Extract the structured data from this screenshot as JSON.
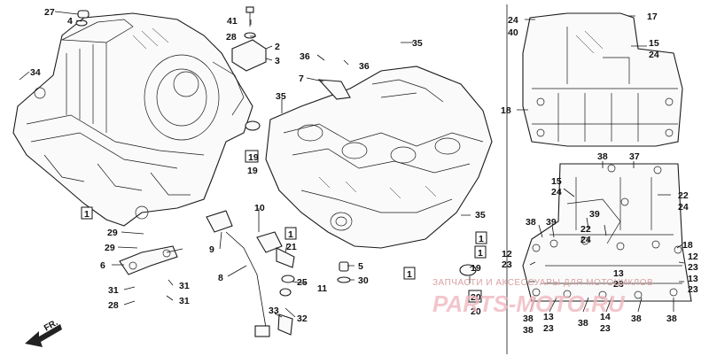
{
  "callouts": [
    {
      "id": "c27",
      "text": "27"
    },
    {
      "id": "c4",
      "text": "4"
    },
    {
      "id": "c34",
      "text": "34"
    },
    {
      "id": "c41",
      "text": "41"
    },
    {
      "id": "c28a",
      "text": "28"
    },
    {
      "id": "c2",
      "text": "2"
    },
    {
      "id": "c3",
      "text": "3"
    },
    {
      "id": "c36a",
      "text": "36"
    },
    {
      "id": "c36b",
      "text": "36"
    },
    {
      "id": "c35a",
      "text": "35"
    },
    {
      "id": "c7",
      "text": "7"
    },
    {
      "id": "c35b",
      "text": "35"
    },
    {
      "id": "c19",
      "text": "19"
    },
    {
      "id": "c10",
      "text": "10"
    },
    {
      "id": "c9",
      "text": "9"
    },
    {
      "id": "c8",
      "text": "8"
    },
    {
      "id": "c21",
      "text": "21"
    },
    {
      "id": "c29a",
      "text": "29"
    },
    {
      "id": "c29b",
      "text": "29"
    },
    {
      "id": "c6",
      "text": "6"
    },
    {
      "id": "c31a",
      "text": "31"
    },
    {
      "id": "c31b",
      "text": "31"
    },
    {
      "id": "c28b",
      "text": "28"
    },
    {
      "id": "c31c",
      "text": "31"
    },
    {
      "id": "c25",
      "text": "25"
    },
    {
      "id": "c11",
      "text": "11"
    },
    {
      "id": "c5",
      "text": "5"
    },
    {
      "id": "c30",
      "text": "30"
    },
    {
      "id": "c33",
      "text": "33"
    },
    {
      "id": "c32",
      "text": "32"
    },
    {
      "id": "c35c",
      "text": "35"
    },
    {
      "id": "c19b",
      "text": "19"
    },
    {
      "id": "c20",
      "text": "20"
    },
    {
      "id": "c24a",
      "text": "24"
    },
    {
      "id": "c40",
      "text": "40"
    },
    {
      "id": "c17",
      "text": "17"
    },
    {
      "id": "c15a",
      "text": "15"
    },
    {
      "id": "c24b",
      "text": "24"
    },
    {
      "id": "c18a",
      "text": "18"
    },
    {
      "id": "c38a",
      "text": "38"
    },
    {
      "id": "c37",
      "text": "37"
    },
    {
      "id": "c15b",
      "text": "15"
    },
    {
      "id": "c24c",
      "text": "24"
    },
    {
      "id": "c22",
      "text": "22"
    },
    {
      "id": "c24d",
      "text": "24"
    },
    {
      "id": "c39a",
      "text": "39"
    },
    {
      "id": "c38b",
      "text": "38"
    },
    {
      "id": "c39b",
      "text": "39"
    },
    {
      "id": "c22b",
      "text": "22"
    },
    {
      "id": "c24e",
      "text": "24"
    },
    {
      "id": "c18b",
      "text": "18"
    },
    {
      "id": "c12a",
      "text": "12"
    },
    {
      "id": "c23a",
      "text": "23"
    },
    {
      "id": "c12b",
      "text": "12"
    },
    {
      "id": "c23b",
      "text": "23"
    },
    {
      "id": "c13a",
      "text": "13"
    },
    {
      "id": "c23c",
      "text": "23"
    },
    {
      "id": "c13b",
      "text": "13"
    },
    {
      "id": "c23d",
      "text": "23"
    },
    {
      "id": "c38c",
      "text": "38"
    },
    {
      "id": "c13c",
      "text": "13"
    },
    {
      "id": "c23e",
      "text": "23"
    },
    {
      "id": "c38d",
      "text": "38"
    },
    {
      "id": "c14",
      "text": "14"
    },
    {
      "id": "c23f",
      "text": "23"
    },
    {
      "id": "c38e",
      "text": "38"
    },
    {
      "id": "c38f",
      "text": "38"
    },
    {
      "id": "c38g",
      "text": "38"
    }
  ],
  "boxed_callouts": [
    {
      "id": "b1a",
      "text": "1"
    },
    {
      "id": "b19",
      "text": "19"
    },
    {
      "id": "b1b",
      "text": "1"
    },
    {
      "id": "b1c",
      "text": "1"
    },
    {
      "id": "b20",
      "text": "20"
    },
    {
      "id": "b1d",
      "text": "1"
    },
    {
      "id": "b1e",
      "text": "1"
    }
  ],
  "direction_label": "FR.",
  "watermark": {
    "line1": "ЗАПЧАСТИ И АКСЕССУАРЫ ДЛЯ МОТОЦИКЛОВ",
    "line2": "PARTS-MOTO.RU",
    "color": "#f0b8c0"
  }
}
